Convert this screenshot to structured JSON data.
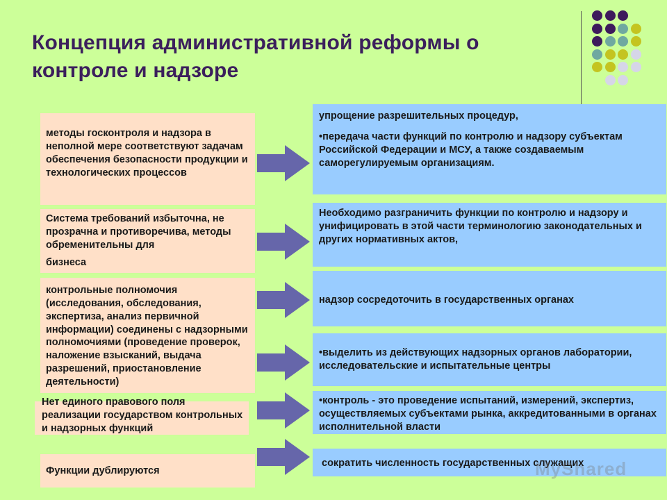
{
  "slide": {
    "title": "Концепция административной реформы о контроле и надзоре"
  },
  "problems": [
    "методы госконтроля и надзора в неполной мере соответствуют задачам обеспечения безопасности продукции и технологических процессов",
    "Система требований избыточна, не прозрачна и противоречива, методы  обременительны для",
    "бизнеса",
    "контрольные полномочия (исследования, обследования, экспертиза, анализ первичной информации) соединены с надзорными полномочиями (проведение проверок, наложение взысканий, выдача разрешений, приостановление деятельности)",
    "Нет единого правового поля реализации государством контрольных и надзорных функций",
    "Функции дублируются"
  ],
  "solutions": {
    "s1_line1": "упрощение разрешительных процедур,",
    "s1_bullet": "передача части функций по контролю и надзору субъектам Российской Федерации и МСУ, а также создаваемым саморегулируемым организациям.",
    "s2": "Необходимо разграничить функции по контролю и надзору и унифицировать в этой части терминологию законодательных и других нормативных актов,",
    "s3": "надзор сосредоточить в государственных органах",
    "s4_bullet": "выделить из действующих надзорных органов лаборатории, исследовательские и испытательные центры",
    "s5_bullet": "контроль - это проведение испытаний, измерений, экспертиз, осуществляемых субъектами рынка, аккредитованными в органах исполнительной власти",
    "s6": "сократить численность государственных служащих"
  },
  "watermark": "MyShared",
  "colors": {
    "background": "#ccff99",
    "problem_box": "#ffe0c8",
    "solution_box": "#99ccff",
    "arrow": "#6666aa",
    "title": "#3b1f5c",
    "dot_purple": "#3d1a5c",
    "dot_teal": "#6fa8a0",
    "dot_olive": "#c4c420",
    "dot_lavender": "#d6d6e8"
  }
}
